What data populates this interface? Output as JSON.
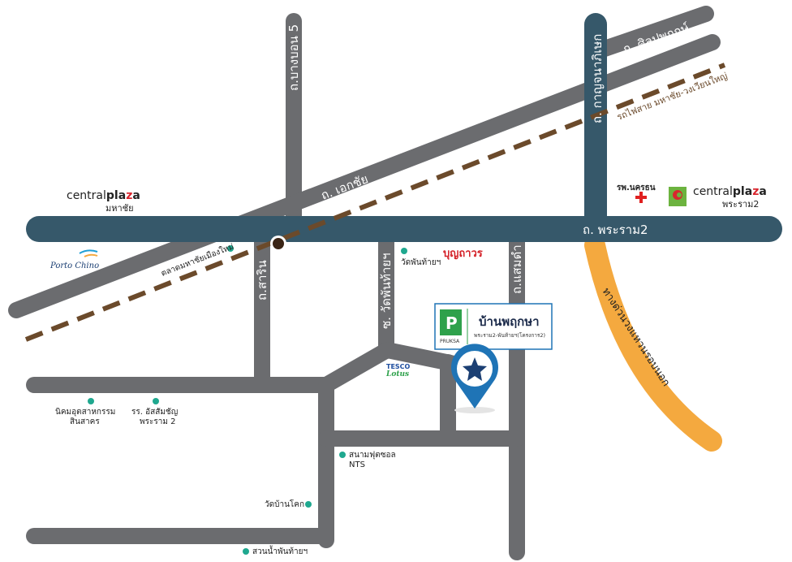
{
  "colors": {
    "minor_road": "#6b6c6f",
    "main_road": "#36586a",
    "ring_road": "#f4a93f",
    "rail": "#6b4a2b",
    "poi_dot": "#1fa88f",
    "pin": "#1f74b6",
    "pin_star": "#1b3f73",
    "central_red": "#d9262e",
    "bunthaworn_red": "#d42027",
    "pruksa_green": "#2ea14b",
    "hospital_red": "#e02020",
    "bigc_green": "#6cb33f"
  },
  "roads": {
    "rama2": "ถ. พระราม2",
    "ekkachai": "ถ. เอกชัย",
    "kanchanaphisek": "ถ. กาญจนาภิเษก",
    "silapaphruek": "ถ. ศิลปพฤกษ์",
    "bangbon5": "ถ.บางบอน 5",
    "sarin": "ถ.สาริน",
    "watphanthai": "ซ. วัดพันท้ายฯ",
    "saendam": "ถ.แสมดำ",
    "rail": "รถไฟสาย มหาชัย-วงเวียนใหญ่",
    "ring": "ทางด่วนวงแหวนรอบนอก"
  },
  "places": {
    "central_left": {
      "name_pre": "central",
      "name_bold": "pla",
      "name_z": "z",
      "name_a": "a",
      "branch": "มหาชัย"
    },
    "central_right": {
      "name_pre": "central",
      "name_bold": "pla",
      "name_z": "z",
      "name_a": "a",
      "branch": "พระราม2"
    },
    "hospital": "รพ.นครธน",
    "bigc_icon": "big-c-logo-icon",
    "porto_chino": "Porto Chino",
    "market": "ตลาดมหาชัยเมืองใหม่",
    "wat_phanthai": "วัดพันท้ายฯ",
    "bunthaworn": "บุญถาวร",
    "tesco_top": "TESCO",
    "tesco_bottom": "Lotus",
    "industrial_1": "นิคมอุตสาหกรรม",
    "industrial_2": "สินสาคร",
    "school_1": "รร. อัสสัมชัญ",
    "school_2": "พระราม 2",
    "stadium_1": "สนามฟุตซอล",
    "stadium_2": "NTS",
    "wat_bankok": "วัดบ้านโคก",
    "park": "สวนน้ำพันท้ายฯ"
  },
  "project": {
    "brand": "PRUKSA",
    "logo_letter": "P",
    "name": "บ้านพฤกษา",
    "sub": "พระราม2-พันท้ายฯ(โครงการ2)",
    "pin_icon": "location-pin-icon"
  }
}
